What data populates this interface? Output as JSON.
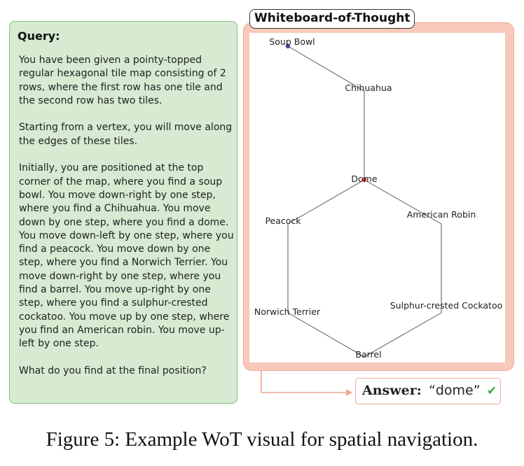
{
  "query": {
    "title": "Query:",
    "paragraphs": [
      "You have been given a pointy-topped regular hexagonal tile map consisting of 2 rows, where the first row has one tile and the second row has two tiles.",
      "Starting from a vertex, you will move along the edges of these tiles.",
      "Initially, you are positioned at the top corner of the map, where you find a soup bowl. You move down-right by one step, where you find a Chihuahua. You move down by one step, where you find a dome. You move down-left by one step, where you find a peacock. You move down by one step, where you find a Norwich Terrier. You move down-right by one step, where you find a barrel. You move up-right by one step, where you find a sulphur-crested cockatoo. You move up by one step, where you find an American robin. You move up-left by one step.",
      "What do you find at the final position?"
    ]
  },
  "whiteboard": {
    "title": "Whiteboard-of-Thought",
    "nodes": {
      "soup_bowl": "Soup Bowl",
      "chihuahua": "Chihuahua",
      "dome": "Dome",
      "peacock": "Peacock",
      "american_robin": "American Robin",
      "norwich_terrier": "Norwich Terrier",
      "sulphur_cockatoo": "Sulphur-crested Cockatoo",
      "barrel": "Barrel"
    },
    "colors": {
      "start_marker": "#3a4fa8",
      "end_marker": "#e03030",
      "edge": "#555555",
      "panel": "#f8c9bb",
      "panel_border": "#eea891"
    }
  },
  "answer": {
    "label": "Answer:",
    "value": "“dome”",
    "check_glyph": "✔",
    "check_color": "#3aa63a"
  },
  "caption": "Figure 5: Example WoT visual for spatial navigation."
}
